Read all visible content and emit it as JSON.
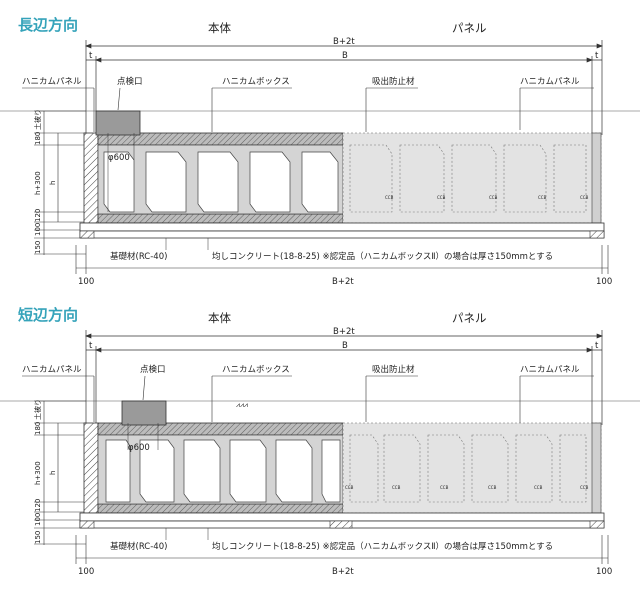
{
  "sections": [
    {
      "title": "長辺方向",
      "head_body": "本体",
      "head_panel": "パネル",
      "dim_top_total": "B+2t",
      "dim_top_t": "t",
      "dim_top_b": "B",
      "label_panel_left": "ハニカムパネル",
      "label_inspection": "点検口",
      "label_box": "ハニカムボックス",
      "label_anti_suction": "吸出防止材",
      "label_panel_right": "ハニカムパネル",
      "label_diameter": "φ600",
      "left_dims": [
        "土被り",
        "180",
        "h+300",
        "h",
        "120",
        "100",
        "150"
      ],
      "label_foundation": "基礎材(RC-40)",
      "label_leveling": "均しコンクリート(18-8-25) ※認定品（ハニカムボックスⅡ）の場合は厚さ150mmとする",
      "dim_bottom_left": "100",
      "dim_bottom_mid": "B+2t",
      "dim_bottom_right": "100",
      "panel_mark": "CCB"
    },
    {
      "title": "短辺方向",
      "head_body": "本体",
      "head_panel": "パネル",
      "dim_top_total": "B+2t",
      "dim_top_t": "t",
      "dim_top_b": "B",
      "label_panel_left": "ハニカムパネル",
      "label_inspection": "点検口",
      "label_box": "ハニカムボックス",
      "label_anti_suction": "吸出防止材",
      "label_panel_right": "ハニカムパネル",
      "label_diameter": "φ600",
      "left_dims": [
        "土被り",
        "180",
        "h+300",
        "h",
        "120",
        "100",
        "150"
      ],
      "label_foundation": "基礎材(RC-40)",
      "label_leveling": "均しコンクリート(18-8-25) ※認定品（ハニカムボックスⅡ）の場合は厚さ150mmとする",
      "dim_bottom_left": "100",
      "dim_bottom_mid": "B+2t",
      "dim_bottom_right": "100",
      "panel_mark": "CCB"
    }
  ],
  "colors": {
    "title": "#35a3ba",
    "concrete_fill": "#d4d4d4",
    "panel_fill": "#e3e3e3",
    "line": "#333333"
  }
}
